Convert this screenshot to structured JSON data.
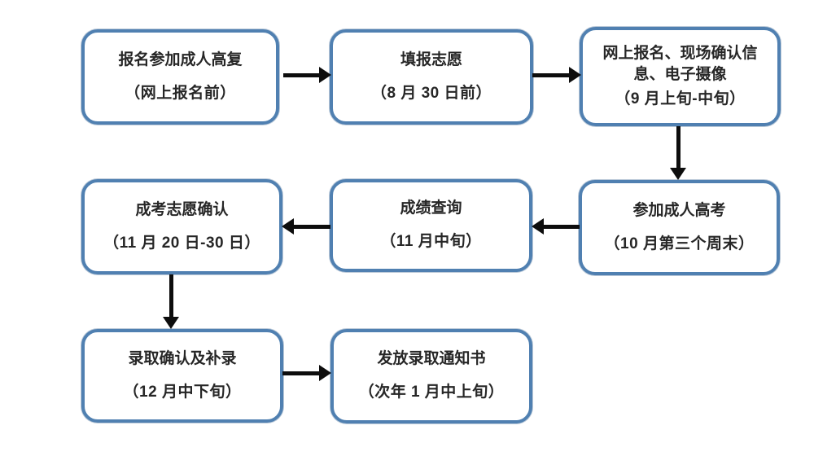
{
  "diagram": {
    "type": "flowchart",
    "background_color": "#ffffff",
    "node_style": {
      "fill": "#ffffff",
      "border_color": "#5080b1",
      "text_color": "#262626"
    },
    "arrow_color": "#0d0d0d",
    "nodes": [
      {
        "id": "n1",
        "title": "报名参加成人高复",
        "subtitle": "（网上报名前）"
      },
      {
        "id": "n2",
        "title": "填报志愿",
        "subtitle": "（8 月 30 日前）"
      },
      {
        "id": "n3",
        "title": "网上报名、现场确认信息、电子摄像",
        "subtitle": "（9 月上旬-中旬）"
      },
      {
        "id": "n4",
        "title": "参加成人高考",
        "subtitle": "（10 月第三个周末）"
      },
      {
        "id": "n5",
        "title": "成绩查询",
        "subtitle": "（11 月中旬）"
      },
      {
        "id": "n6",
        "title": "成考志愿确认",
        "subtitle": "（11 月 20 日-30 日）"
      },
      {
        "id": "n7",
        "title": "录取确认及补录",
        "subtitle": "（12 月中下旬）"
      },
      {
        "id": "n8",
        "title": "发放录取通知书",
        "subtitle": "（次年 1 月中上旬）"
      }
    ],
    "edges": [
      {
        "from": "n1",
        "to": "n2",
        "direction": "right"
      },
      {
        "from": "n2",
        "to": "n3",
        "direction": "right"
      },
      {
        "from": "n3",
        "to": "n4",
        "direction": "down"
      },
      {
        "from": "n4",
        "to": "n5",
        "direction": "left"
      },
      {
        "from": "n5",
        "to": "n6",
        "direction": "left"
      },
      {
        "from": "n6",
        "to": "n7",
        "direction": "down"
      },
      {
        "from": "n7",
        "to": "n8",
        "direction": "right"
      }
    ]
  }
}
